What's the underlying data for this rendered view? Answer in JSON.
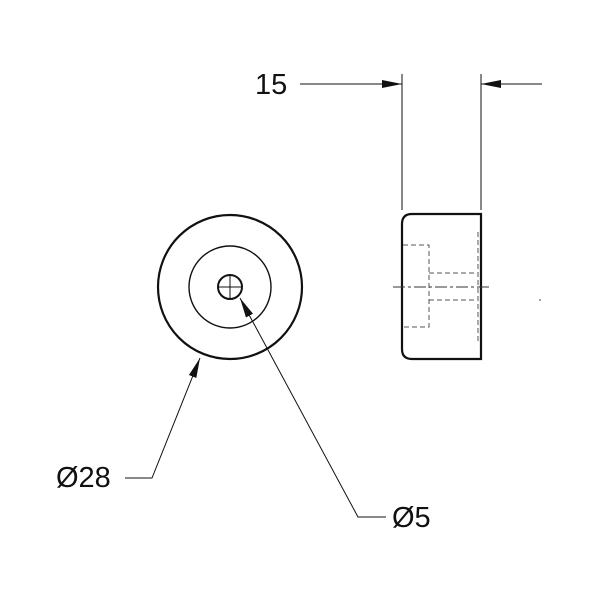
{
  "dimensions": {
    "width_label": "15",
    "outer_diameter_label": "Ø28",
    "hole_diameter_label": "Ø5"
  },
  "colors": {
    "line": "#111111",
    "hidden": "#555555"
  }
}
